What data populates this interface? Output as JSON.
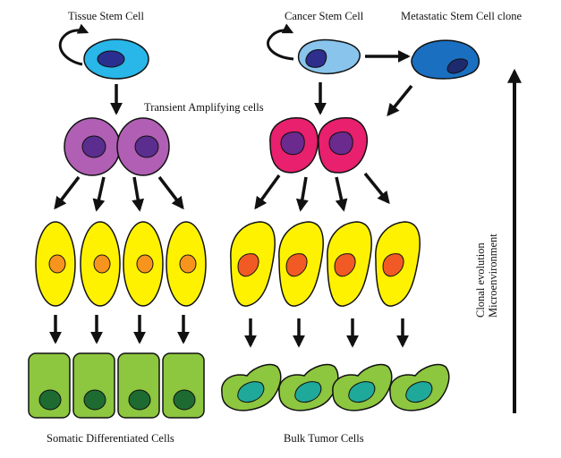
{
  "labels": {
    "tissue_stem_cell": "Tissue Stem Cell",
    "cancer_stem_cell": "Cancer Stem Cell",
    "metastatic_clone": "Metastatic Stem Cell clone",
    "transient_amplifying": "Transient Amplifying cells",
    "somatic_differentiated": "Somatic Differentiated Cells",
    "bulk_tumor": "Bulk Tumor Cells",
    "clonal_evolution": "Clonal evolution",
    "microenvironment": "Microenvironment"
  },
  "colors": {
    "tissue_stem_body": "#29b6e8",
    "tissue_stem_nucleus": "#2a2f8f",
    "cancer_stem_body": "#88c4ec",
    "cancer_stem_nucleus": "#2e2e8c",
    "metastatic_body": "#1a6fc0",
    "metastatic_nucleus": "#1e2a6e",
    "ta_body": "#b05fb4",
    "ta_nucleus": "#5a2d8e",
    "cancer_ta_body": "#e8206e",
    "cancer_ta_nucleus": "#6a2a8e",
    "progenitor_body": "#fff200",
    "progenitor_nucleus": "#f7941d",
    "tumor_progenitor_nucleus": "#f15a24",
    "differentiated_body": "#8dc63f",
    "differentiated_nucleus": "#1e6b32",
    "bulk_body": "#8dc63f",
    "bulk_nucleus": "#1fa99a",
    "arrow": "#111111"
  }
}
